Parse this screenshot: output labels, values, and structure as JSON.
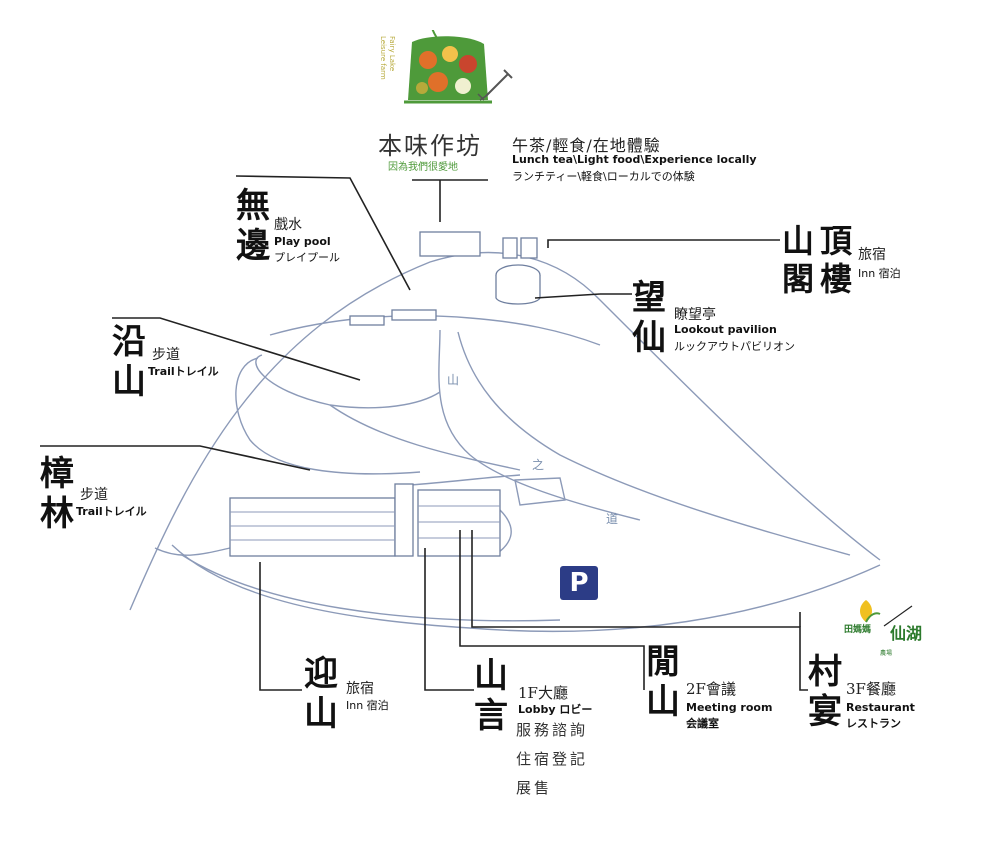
{
  "farm_logo": {
    "text_lines": [
      "Fairy Lake",
      "Leisure farm"
    ],
    "icon": "vegetable-pot-logo-icon",
    "colors": {
      "green": "#4e9a3a",
      "orange": "#e0702a",
      "olive": "#b7a93a"
    }
  },
  "workshop": {
    "title": "本味作坊",
    "signature": "因為我們很愛地",
    "cn": "午茶/輕食/在地體驗",
    "en": "Lunch tea\\Light food\\Experience locally",
    "jp": "ランチティー\\軽食\\ローカルでの体験"
  },
  "play_pool": {
    "title": [
      "無",
      "邊"
    ],
    "cn": "戲水",
    "en": "Play pool",
    "jp": "プレイプール"
  },
  "hilltop": {
    "title": [
      "山頂",
      "閣樓"
    ],
    "cn": "旅宿",
    "en_jp": "Inn 宿泊"
  },
  "lookout": {
    "title": [
      "望",
      "仙"
    ],
    "cn": "瞭望亭",
    "en": "Lookout pavilion",
    "jp": "ルックアウトパビリオン"
  },
  "trail_1": {
    "title": [
      "沿",
      "山"
    ],
    "cn": "步道",
    "en_jp": "Trailトレイル"
  },
  "trail_2": {
    "title": [
      "樟",
      "林"
    ],
    "cn": "步道",
    "en_jp": "Trailトレイル"
  },
  "road_labels": [
    "山",
    "之",
    "道"
  ],
  "parking": {
    "label": "P",
    "color": "#2c3c86"
  },
  "welcome_inn": {
    "title": [
      "迎",
      "山"
    ],
    "cn": "旅宿",
    "en_jp": "Inn 宿泊"
  },
  "lobby": {
    "title": [
      "山",
      "言"
    ],
    "cn": "1F大廳",
    "en_jp": "Lobby ロビー",
    "services": [
      "服務諮詢",
      "住宿登記",
      "展售"
    ]
  },
  "meeting": {
    "title": [
      "閒",
      "山"
    ],
    "cn": "2F會議",
    "en": "Meeting room",
    "jp": "会議室"
  },
  "restaurant": {
    "title": [
      "村",
      "宴"
    ],
    "cn": "3F餐廳",
    "en": "Restaurant",
    "jp": "レストラン",
    "logos": [
      "田媽媽",
      "仙湖",
      "農場"
    ]
  },
  "colors": {
    "road_line": "#8c9ab8",
    "leader_line": "#222222"
  }
}
